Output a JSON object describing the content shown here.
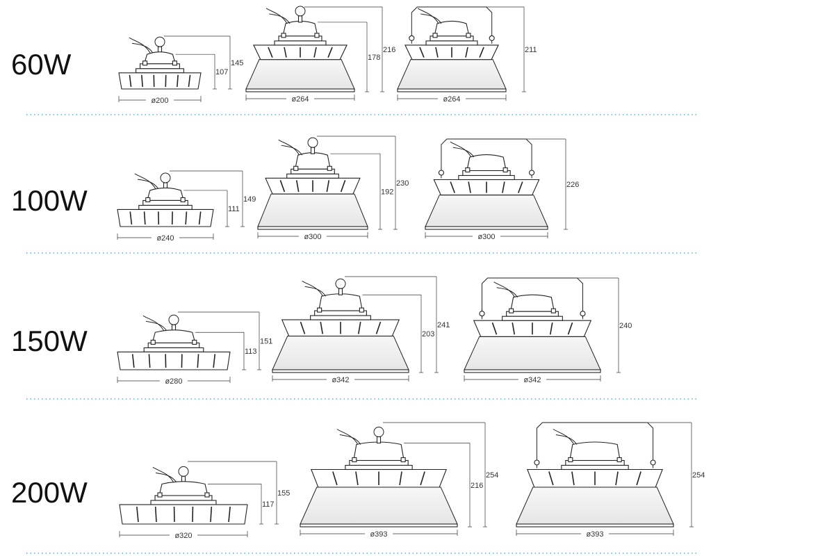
{
  "rows": [
    {
      "power_label": "60W",
      "variants": [
        {
          "type": "compact",
          "height_mm": 145,
          "body_height_mm": 107,
          "diameter_label": "ø200"
        },
        {
          "type": "reflector",
          "height_mm": 216,
          "body_height_mm": 178,
          "diameter_label": "ø264"
        },
        {
          "type": "bracket",
          "height_mm": 211,
          "diameter_label": "ø264"
        }
      ]
    },
    {
      "power_label": "100W",
      "variants": [
        {
          "type": "compact",
          "height_mm": 149,
          "body_height_mm": 111,
          "diameter_label": "ø240"
        },
        {
          "type": "reflector",
          "height_mm": 230,
          "body_height_mm": 192,
          "diameter_label": "ø300"
        },
        {
          "type": "bracket",
          "height_mm": 226,
          "diameter_label": "ø300"
        }
      ]
    },
    {
      "power_label": "150W",
      "variants": [
        {
          "type": "compact",
          "height_mm": 151,
          "body_height_mm": 113,
          "diameter_label": "ø280"
        },
        {
          "type": "reflector",
          "height_mm": 241,
          "body_height_mm": 203,
          "diameter_label": "ø342"
        },
        {
          "type": "bracket",
          "height_mm": 240,
          "diameter_label": "ø342"
        }
      ]
    },
    {
      "power_label": "200W",
      "variants": [
        {
          "type": "compact",
          "height_mm": 155,
          "body_height_mm": 117,
          "diameter_label": "ø320"
        },
        {
          "type": "reflector",
          "height_mm": 254,
          "body_height_mm": 216,
          "diameter_label": "ø393"
        },
        {
          "type": "bracket",
          "height_mm": 254,
          "diameter_label": "ø393"
        }
      ]
    }
  ],
  "colors": {
    "line": "#222222",
    "separator": "#2aa7d8",
    "reflector_shade": "#e9e9e9"
  }
}
